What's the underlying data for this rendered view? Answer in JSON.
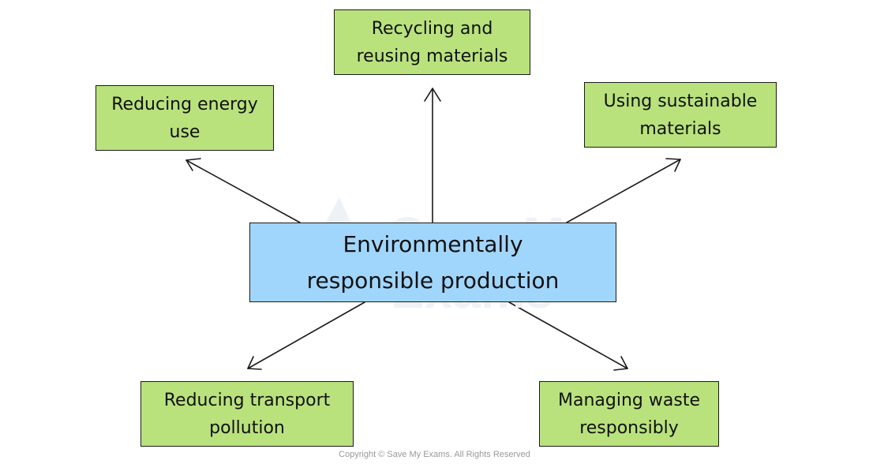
{
  "colors": {
    "leaf_fill": "#b9e27c",
    "center_fill": "#99d3fc",
    "stroke": "#1a1a1a"
  },
  "center": {
    "label": "Environmentally\nresponsible production"
  },
  "factors": [
    {
      "label": "Recycling and\nreusing materials"
    },
    {
      "label": "Reducing energy\nuse"
    },
    {
      "label": "Using sustainable\nmaterials"
    },
    {
      "label": "Reducing transport\npollution"
    },
    {
      "label": "Managing waste\nresponsibly"
    }
  ],
  "watermark": {
    "line1": "Save My",
    "line2": "Exams"
  },
  "footer": {
    "copyright": "Copyright © Save My Exams. All Rights Reserved"
  }
}
